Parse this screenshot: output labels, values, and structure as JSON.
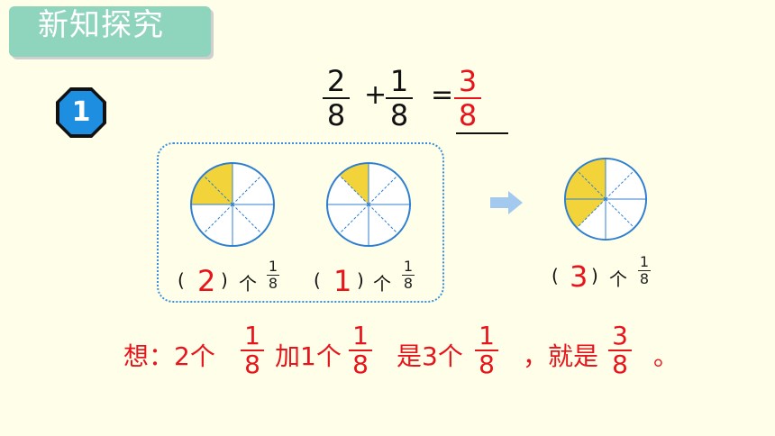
{
  "header": {
    "title": "新知探究"
  },
  "badge": {
    "number": "1"
  },
  "equation": {
    "term1": {
      "num": "2",
      "den": "8"
    },
    "plus": "+",
    "term2": {
      "num": "1",
      "den": "8"
    },
    "equals": "=",
    "result": {
      "num": "3",
      "den": "8"
    }
  },
  "circles": {
    "fill_color": "#f2d43a",
    "stroke_color": "#2f7fd0",
    "items": [
      {
        "shaded_eighths": 2
      },
      {
        "shaded_eighths": 1
      },
      {
        "shaded_eighths": 3
      }
    ]
  },
  "labels": [
    {
      "open": "(",
      "answer": "2",
      "close": ")",
      "unit": "个",
      "num": "1",
      "den": "8"
    },
    {
      "open": "(",
      "answer": "1",
      "close": ")",
      "unit": "个",
      "num": "1",
      "den": "8"
    },
    {
      "open": "(",
      "answer": "3",
      "close": ")",
      "unit": "个",
      "num": "1",
      "den": "8"
    }
  ],
  "think": {
    "p1": "想：2个",
    "f1": {
      "num": "1",
      "den": "8"
    },
    "p2": "加1个",
    "f2": {
      "num": "1",
      "den": "8"
    },
    "p3": "是3个",
    "f3": {
      "num": "1",
      "den": "8"
    },
    "p4": "，就是",
    "f4": {
      "num": "3",
      "den": "8"
    },
    "p5": "。"
  }
}
